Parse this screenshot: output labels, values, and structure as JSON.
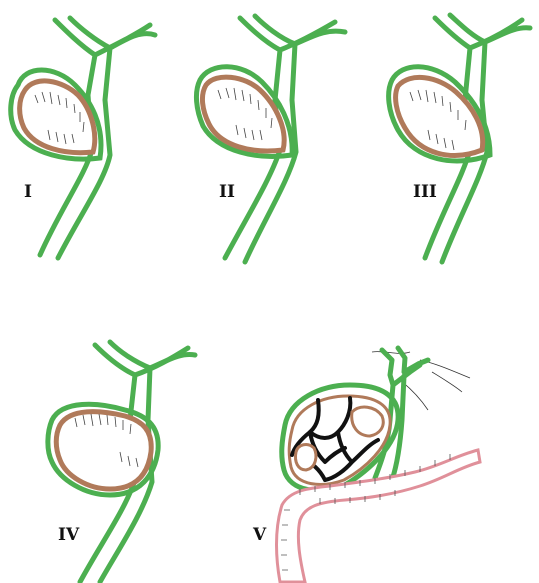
{
  "panels": [
    {
      "id": "I",
      "label": "I"
    },
    {
      "id": "II",
      "label": "II"
    },
    {
      "id": "III",
      "label": "III"
    },
    {
      "id": "IV",
      "label": "IV"
    },
    {
      "id": "V",
      "label": "V"
    }
  ],
  "colors": {
    "duct": "#4caf50",
    "stone": "#b07a5a",
    "intestine": "#e0909a",
    "ink": "#111111"
  }
}
